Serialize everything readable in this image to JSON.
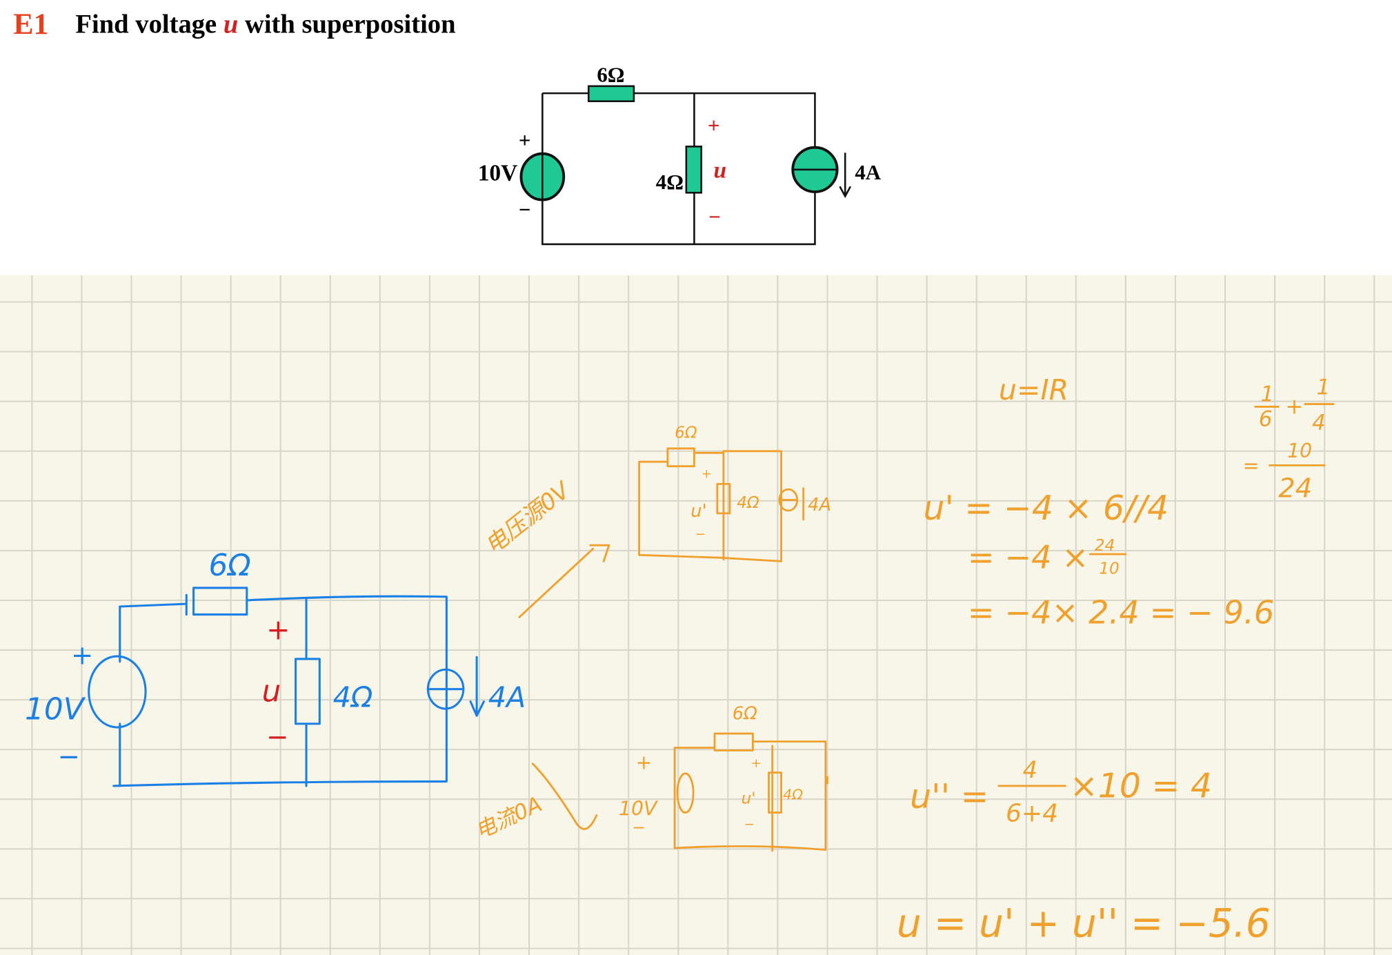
{
  "title": {
    "label": "E1",
    "before": "Find voltage ",
    "var": "u",
    "after": " with superposition"
  },
  "circuit": {
    "r1": "6Ω",
    "vs": "10V",
    "plus": "+",
    "minus": "−",
    "r2": "4Ω",
    "u": "u",
    "is": "4A"
  },
  "colors": {
    "title_label": "#e8401c",
    "component": "#1ec994",
    "paper": "#f8f5e9",
    "blue_ink": "#1a80e6",
    "orange_ink": "#f0a02c",
    "red_ink": "#d42020"
  },
  "notes": {
    "blue_circuit": {
      "r1": "6Ω",
      "vs": "10V",
      "plus": "+",
      "minus": "−",
      "u": "u",
      "r2": "4Ω",
      "is": "4A"
    },
    "case1": {
      "caption": "电压源0V",
      "r1": "6Ω",
      "plus": "+",
      "u": "u'",
      "minus": "−",
      "r2": "4Ω",
      "is": "4A"
    },
    "case2": {
      "caption": "电流0A",
      "r1": "6Ω",
      "vs": "10V",
      "plus": "+",
      "minus": "−",
      "u": "u'",
      "r2": "4Ω"
    },
    "equations": {
      "ohm": "u=IR",
      "e1": "u' = −4 × 6//4",
      "e2a": "= −4 ×",
      "e2num": "24",
      "e2den": "10",
      "e3": "= −4× 2.4 = − 9.6",
      "p1num": "1",
      "p1den": "6",
      "plus": "+",
      "p2num": "1",
      "p2den": "4",
      "peq": "=",
      "pnum": "10",
      "pden": "24",
      "e4a": "u'' =",
      "e4num": "4",
      "e4den": "6+4",
      "e4b": "×10 = 4",
      "e5": "u = u' + u'' = −5.6"
    }
  }
}
